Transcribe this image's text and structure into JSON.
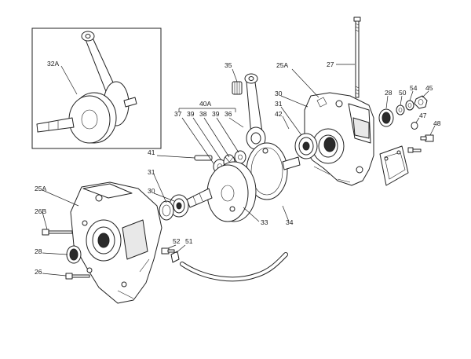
{
  "callouts": {
    "c27": "27",
    "c25A_top": "25A",
    "c35": "35",
    "c32A": "32A",
    "c40A": "40A",
    "c37": "37",
    "c39a": "39",
    "c38": "38",
    "c39b": "39",
    "c36": "36",
    "c42": "42",
    "c31_top": "31",
    "c30_top": "30",
    "c28_top": "28",
    "c50": "50",
    "c54": "54",
    "c45": "45",
    "c47": "47",
    "c48": "48",
    "c41": "41",
    "c31_mid": "31",
    "c30_mid": "30",
    "c25A_left": "25A",
    "c26B": "26B",
    "c28_left": "28",
    "c26": "26",
    "c52": "52",
    "c51": "51",
    "c33": "33",
    "c34": "34"
  }
}
